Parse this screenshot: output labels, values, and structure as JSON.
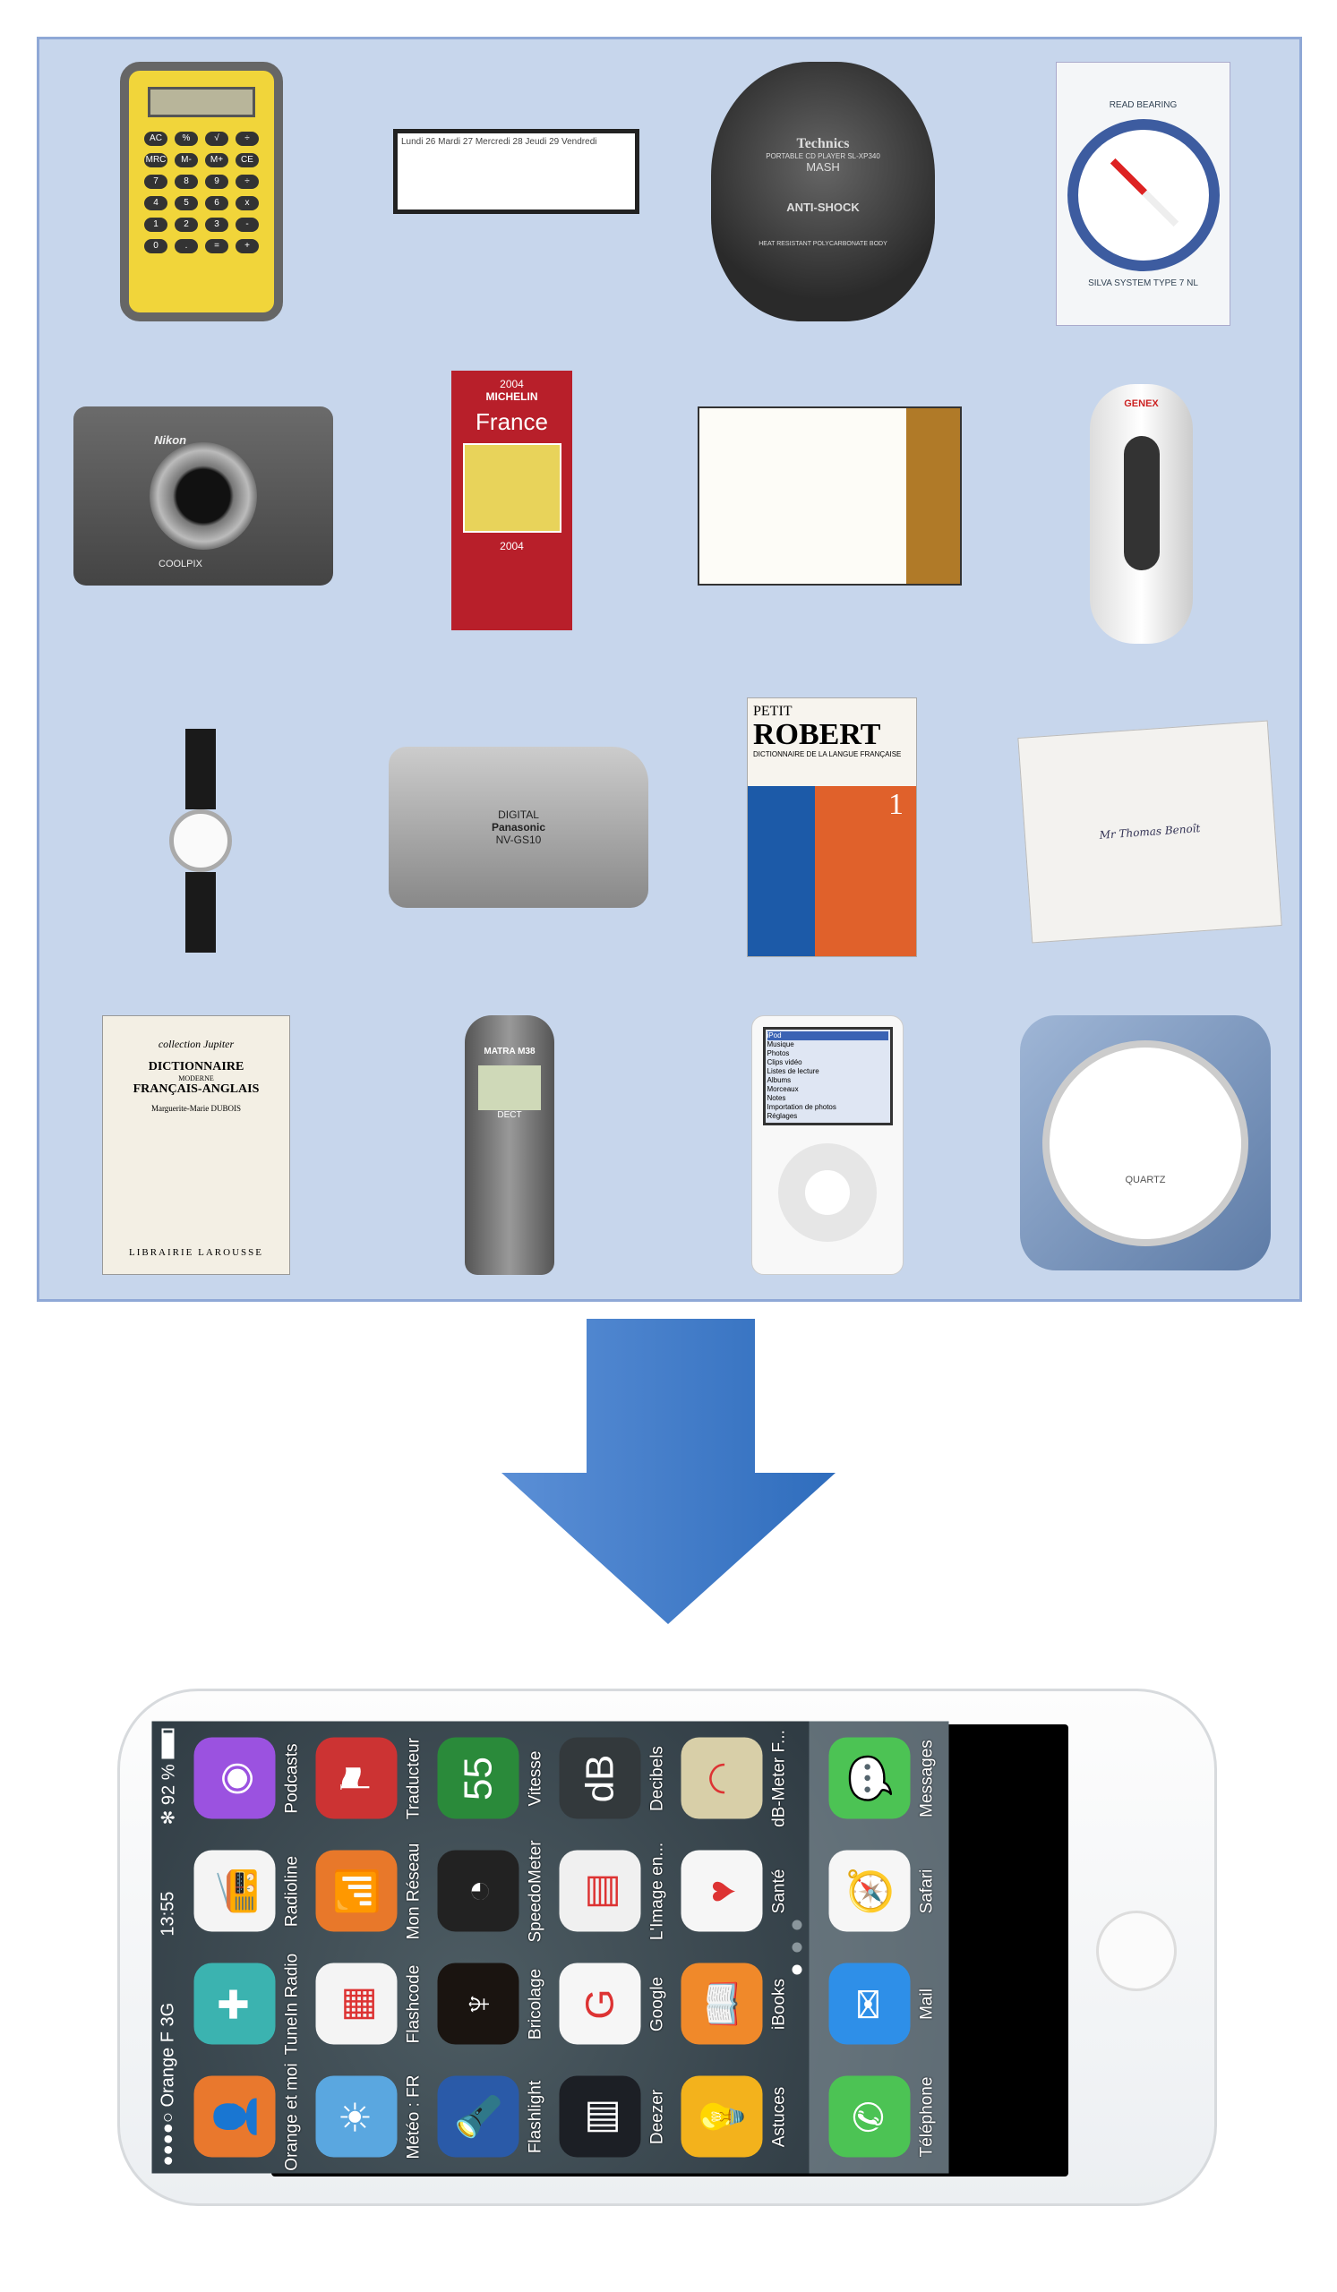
{
  "objects": {
    "calculator": {
      "keys": [
        "AC",
        "%",
        "√",
        "÷",
        "MRC",
        "M-",
        "M+",
        "CE",
        "7",
        "8",
        "9",
        "÷",
        "4",
        "5",
        "6",
        "x",
        "1",
        "2",
        "3",
        "-",
        "0",
        ".",
        "=",
        "+"
      ]
    },
    "agenda": {
      "text": "Lundi 26 Mardi 27 Mercredi 28 Jeudi 29 Vendredi"
    },
    "cd_player": {
      "brand": "Technics",
      "model": "PORTABLE CD PLAYER SL-XP340",
      "sub": "MASH",
      "badge": "ANTI-SHOCK",
      "footer": "HEAT RESISTANT POLYCARBONATE BODY"
    },
    "compass": {
      "top": "READ BEARING",
      "bottom": "SILVA SYSTEM TYPE 7 NL"
    },
    "camera": {
      "brand": "Nikon",
      "model": "COOLPIX"
    },
    "map": {
      "brand": "MICHELIN",
      "title": "France",
      "year": "2004"
    },
    "radio": {
      "brand": "GENEX"
    },
    "camcorder": {
      "brand": "Panasonic",
      "top": "DIGITAL",
      "model": "NV-GS10"
    },
    "robert": {
      "petit": "PETIT",
      "robert": "ROBERT",
      "subtitle": "DICTIONNAIRE DE LA LANGUE FRANÇAISE",
      "volume": "1"
    },
    "letters": {
      "text": "Mr Thomas Benoît"
    },
    "dictionary": {
      "collection": "collection Jupiter",
      "title": "DICTIONNAIRE",
      "sub": "MODERNE",
      "lang": "FRANÇAIS-ANGLAIS",
      "author": "Marguerite-Marie DUBOIS",
      "publisher": "LIBRAIRIE LAROUSSE"
    },
    "gsm": {
      "brand": "MATRA M38",
      "badge": "DECT"
    },
    "ipod": {
      "menu": [
        "iPod",
        "Musique",
        "Photos",
        "Clips vidéo",
        "Listes de lecture",
        "Albums",
        "Morceaux",
        "Notes",
        "Importation de photos",
        "Réglages"
      ]
    },
    "clock": {
      "label": "QUARTZ"
    }
  },
  "arrow": {
    "color": "#2f6dbd"
  },
  "phone": {
    "status": {
      "signal": "●●●●○",
      "carrier": "Orange F",
      "network": "3G",
      "time": "13:55",
      "bluetooth": "✻",
      "battery": "92 %"
    },
    "apps": [
      {
        "label": "Orange et moi",
        "color": "#e9782d",
        "glyph": "👤"
      },
      {
        "label": "TuneIn Radio",
        "color": "#3bb3b0",
        "glyph": "✚"
      },
      {
        "label": "Radioline",
        "color": "#f4f4f4",
        "glyph": "📻"
      },
      {
        "label": "Podcasts",
        "color": "#9b52e0",
        "glyph": "◉"
      },
      {
        "label": "Météo : FR",
        "color": "#5aa7e0",
        "glyph": "☀"
      },
      {
        "label": "Flashcode",
        "color": "#f4f4f4",
        "glyph": "▦"
      },
      {
        "label": "Mon Réseau",
        "color": "#e8782a",
        "glyph": "📶"
      },
      {
        "label": "Traducteur",
        "color": "#c33",
        "glyph": "⚑"
      },
      {
        "label": "Flashlight",
        "color": "#2a5aa8",
        "glyph": "🔦"
      },
      {
        "label": "Bricolage",
        "color": "#1a1410",
        "glyph": "♆"
      },
      {
        "label": "SpeedoMeter",
        "color": "#222",
        "glyph": "◔"
      },
      {
        "label": "Vitesse",
        "color": "#2a8a3a",
        "glyph": "55"
      },
      {
        "label": "Deezer",
        "color": "#1c1f25",
        "glyph": "▥"
      },
      {
        "label": "Google",
        "color": "#f6f6f6",
        "glyph": "G"
      },
      {
        "label": "L'Image en...",
        "color": "#f0f0f0",
        "glyph": "▤"
      },
      {
        "label": "Decibels",
        "color": "#33393c",
        "glyph": "dB"
      },
      {
        "label": "Astuces",
        "color": "#f3b21c",
        "glyph": "💡"
      },
      {
        "label": "iBooks",
        "color": "#f0892a",
        "glyph": "📖"
      },
      {
        "label": "Santé",
        "color": "#f6f6f6",
        "glyph": "♥"
      },
      {
        "label": "dB-Meter F...",
        "color": "#d8cfa8",
        "glyph": "◠"
      }
    ],
    "dock": [
      {
        "label": "Téléphone",
        "color": "#4cc354",
        "glyph": "✆"
      },
      {
        "label": "Mail",
        "color": "#2e8fe8",
        "glyph": "✉"
      },
      {
        "label": "Safari",
        "color": "#f6f6f6",
        "glyph": "🧭"
      },
      {
        "label": "Messages",
        "color": "#4cc354",
        "glyph": "💬"
      }
    ]
  }
}
